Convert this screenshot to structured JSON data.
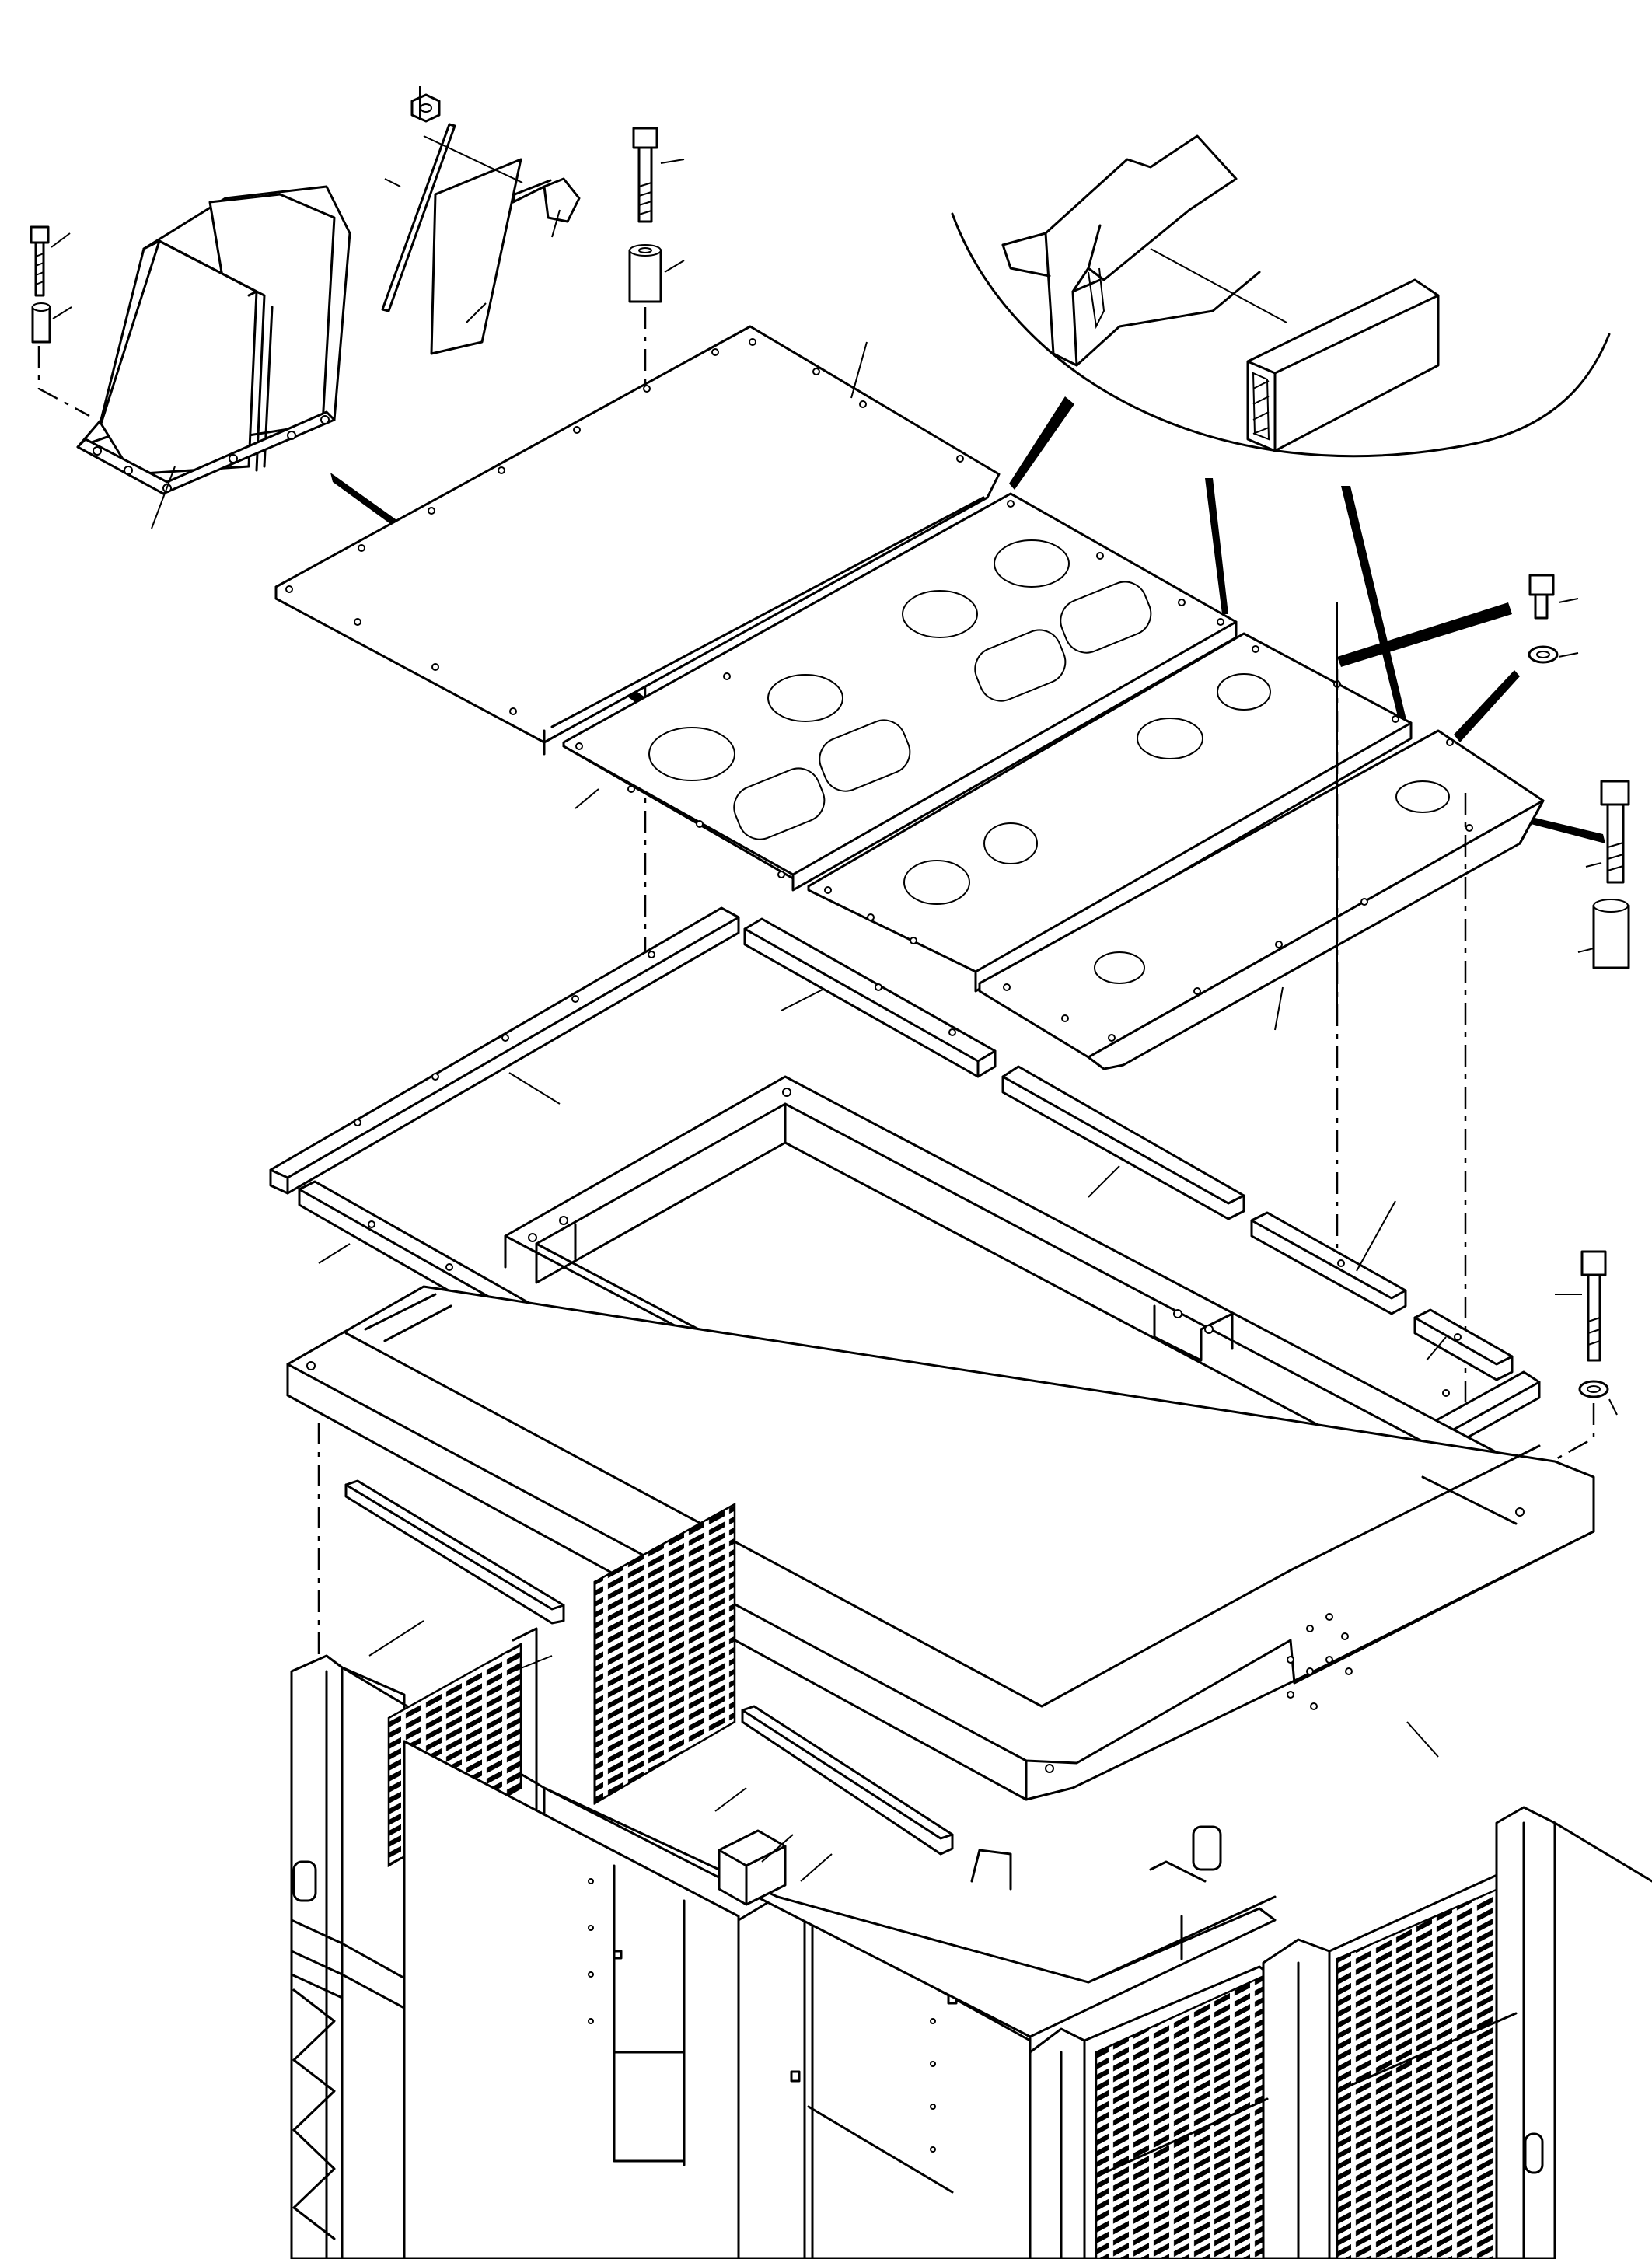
{
  "figure": {
    "kind": "exploded assembly drawing",
    "components": [
      "air-intake-duct",
      "lifting-bracket-plate",
      "rear-roof-panel",
      "middle-roof-panel",
      "front-roof-panel",
      "end-roof-panel",
      "edge-seal-strip",
      "roof-support-strips",
      "inner-frame",
      "outer-frame",
      "enclosure-body",
      "bolts-and-spacers"
    ],
    "colors": {
      "line": "#000000",
      "paper": "#ffffff"
    }
  }
}
